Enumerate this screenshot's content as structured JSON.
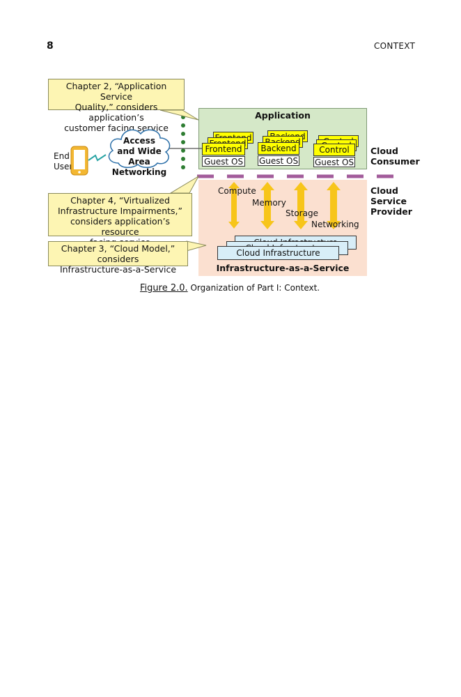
{
  "header": {
    "page_number": "8",
    "running_head": "CONTEXT"
  },
  "callouts": {
    "ch2": [
      "Chapter 2, “Application Service",
      "Quality,” considers application’s",
      "customer facing service"
    ],
    "ch4": [
      "Chapter 4, “Virtualized",
      "Infrastructure Impairments,”",
      "considers application’s resource",
      "facing service"
    ],
    "ch3": [
      "Chapter 3, “Cloud Model,” considers",
      "Infrastructure-as-a-Service"
    ]
  },
  "end_user": {
    "line1": "End",
    "line2": "User"
  },
  "network_cloud": {
    "line1": "Access",
    "line2": "and Wide Area",
    "line3": "Networking"
  },
  "application": {
    "title": "Application",
    "components": [
      {
        "back": "Frontend",
        "mid": "Frontend",
        "front": "Frontend",
        "os": "Guest OS"
      },
      {
        "back": "Backend",
        "mid": "Backend",
        "front": "Backend",
        "os": "Guest OS"
      },
      {
        "back": "Control",
        "mid": "Control",
        "front": "Control",
        "os": "Guest OS"
      }
    ]
  },
  "roles": {
    "consumer": [
      "Cloud",
      "Consumer"
    ],
    "provider": [
      "Cloud",
      "Service",
      "Provider"
    ]
  },
  "resources": [
    "Compute",
    "Memory",
    "Storage",
    "Networking"
  ],
  "infrastructure": {
    "layers": [
      "Cloud Infrastructure",
      "Cloud Infrastructure",
      "Cloud Infrastructure"
    ],
    "title": "Infrastructure-as-a-Service"
  },
  "caption": {
    "figure": "Figure 2.0.",
    "text": "Organization of Part I: Context."
  },
  "colors": {
    "callout": "#fdf5b3",
    "app_region": "#d5e8c8",
    "iaas_region": "#fbe0d0",
    "dashed_line": "#a25b9a",
    "dotted_line": "#2e7d32",
    "arrow": "#f7c51a",
    "component": "#ffff00",
    "cloud_box": "#d8eef8",
    "phone": "#f3b731"
  }
}
